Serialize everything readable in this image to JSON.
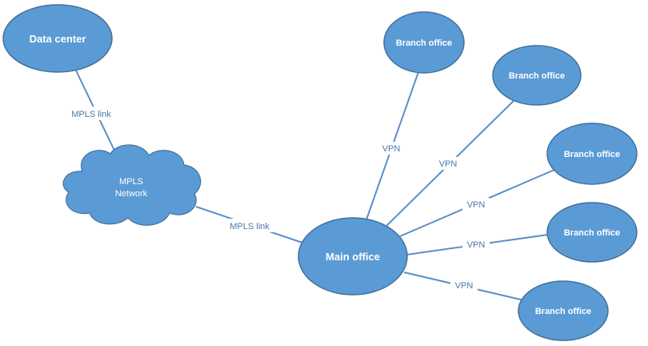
{
  "nodes": {
    "data_center": "Data center",
    "mpls_cloud_line1": "MPLS",
    "mpls_cloud_line2": "Network",
    "main_office": "Main office",
    "branch_1": "Branch office",
    "branch_2": "Branch office",
    "branch_3": "Branch office",
    "branch_4": "Branch office",
    "branch_5": "Branch office"
  },
  "edges": {
    "dc_to_mpls": "MPLS link",
    "mpls_to_main": "MPLS link",
    "main_to_branch_1": "VPN",
    "main_to_branch_2": "VPN",
    "main_to_branch_3": "VPN",
    "main_to_branch_4": "VPN",
    "main_to_branch_5": "VPN"
  },
  "colors": {
    "node_fill": "#5b9bd5",
    "node_stroke": "#41719c",
    "edge_label": "#4a78aa"
  }
}
